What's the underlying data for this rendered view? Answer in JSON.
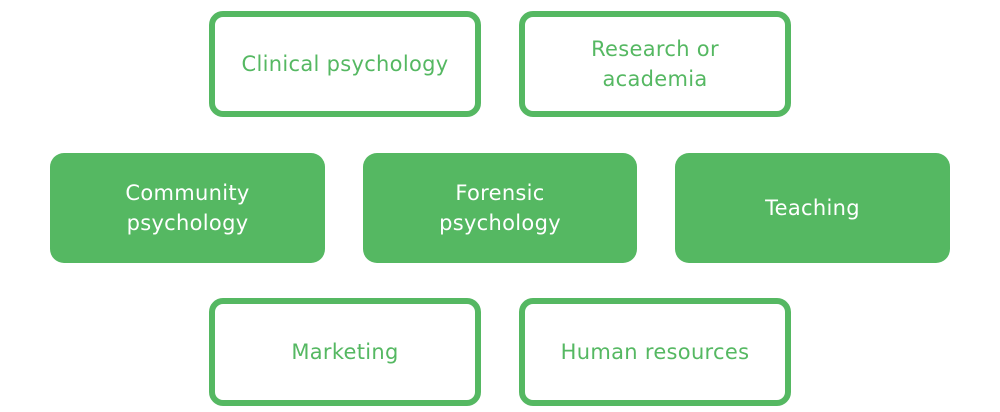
{
  "colors": {
    "accent": "#55b862",
    "background": "#ffffff",
    "filled_text": "#ffffff"
  },
  "boxes": {
    "clinical": "Clinical psychology",
    "research": "Research or\nacademia",
    "community": "Community\npsychology",
    "forensic": "Forensic\npsychology",
    "teaching": "Teaching",
    "marketing": "Marketing",
    "human_resources": "Human resources"
  }
}
